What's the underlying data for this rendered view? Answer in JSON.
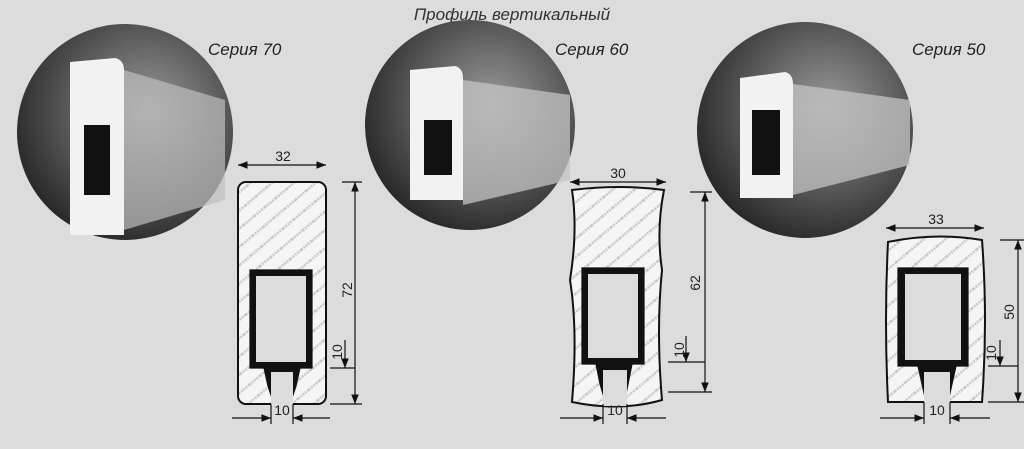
{
  "title": "Профиль вертикальный",
  "profiles": [
    {
      "series": "Серия 70",
      "width": "32",
      "height": "72",
      "slot": "10",
      "lip": "10"
    },
    {
      "series": "Серия 60",
      "width": "30",
      "height": "62",
      "slot": "10",
      "lip": "10"
    },
    {
      "series": "Серия 50",
      "width": "33",
      "height": "50",
      "slot": "10",
      "lip": "10"
    }
  ],
  "colors": {
    "background": "#dcdcdc",
    "circle": "#2a2a2a",
    "profile": "#f4f4f4",
    "insert": "#111111"
  }
}
